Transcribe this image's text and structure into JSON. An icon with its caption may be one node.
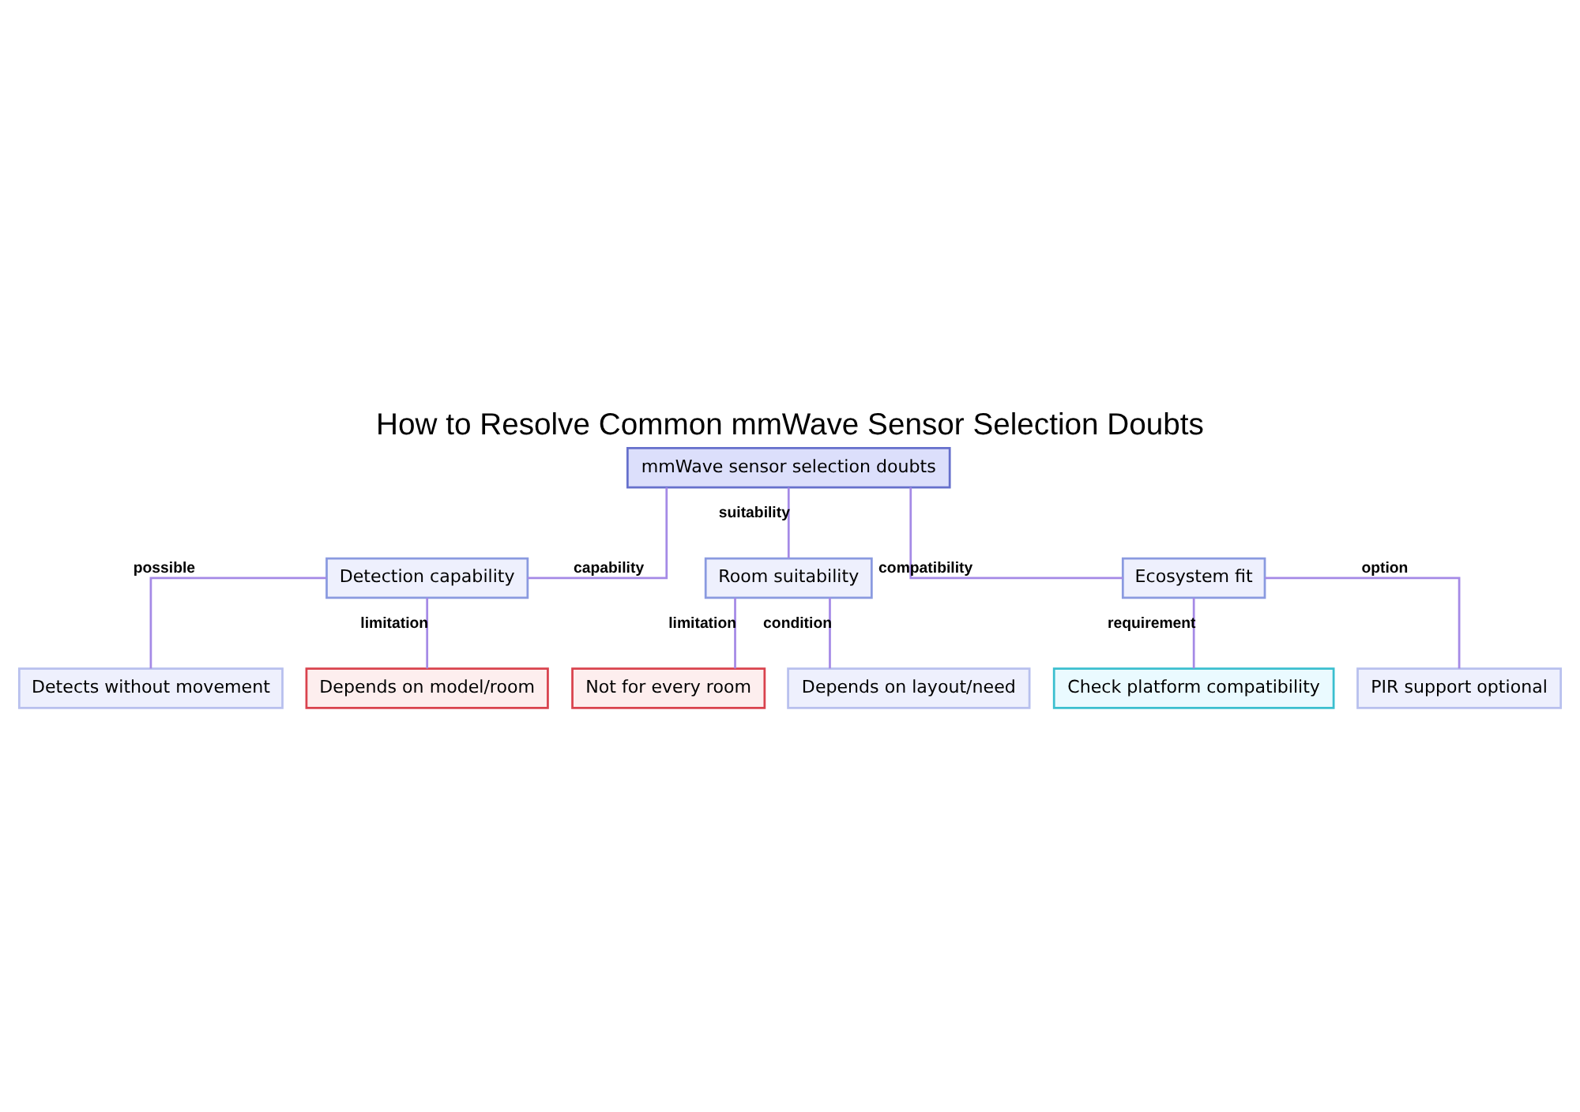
{
  "diagram": {
    "title": "How to Resolve Common mmWave Sensor Selection Doubts",
    "nodes": [
      {
        "text": [
          "mmWave sensor selection doubts"
        ]
      },
      {
        "text": [
          "Detection capability"
        ]
      },
      {
        "text": [
          "Room suitability"
        ]
      },
      {
        "text": [
          "Ecosystem fit"
        ]
      },
      {
        "text": [
          "Detects without movement"
        ]
      },
      {
        "text": [
          "Depends on model/room"
        ]
      },
      {
        "text": [
          "Not for every room"
        ]
      },
      {
        "text": [
          "Depends on layout/need"
        ]
      },
      {
        "text": [
          "Check platform compatibility"
        ]
      },
      {
        "text": [
          "PIR support optional"
        ]
      }
    ],
    "edges": [
      {
        "from": 0,
        "to": 1,
        "arrow": "none",
        "label": "capability"
      },
      {
        "from": 0,
        "to": 2,
        "arrow": "none",
        "label": "suitability"
      },
      {
        "from": 0,
        "to": 3,
        "arrow": "none",
        "label": "compatibility"
      },
      {
        "from": 1,
        "to": 4,
        "arrow": "none",
        "label": "possible"
      },
      {
        "from": 1,
        "to": 5,
        "arrow": "none",
        "label": "limitation"
      },
      {
        "from": 2,
        "to": 6,
        "arrow": "none",
        "label": "limitation"
      },
      {
        "from": 2,
        "to": 7,
        "arrow": "none",
        "label": "condition"
      },
      {
        "from": 3,
        "to": 8,
        "arrow": "none",
        "label": "requirement"
      },
      {
        "from": 3,
        "to": 9,
        "arrow": "none",
        "label": "option"
      }
    ]
  }
}
